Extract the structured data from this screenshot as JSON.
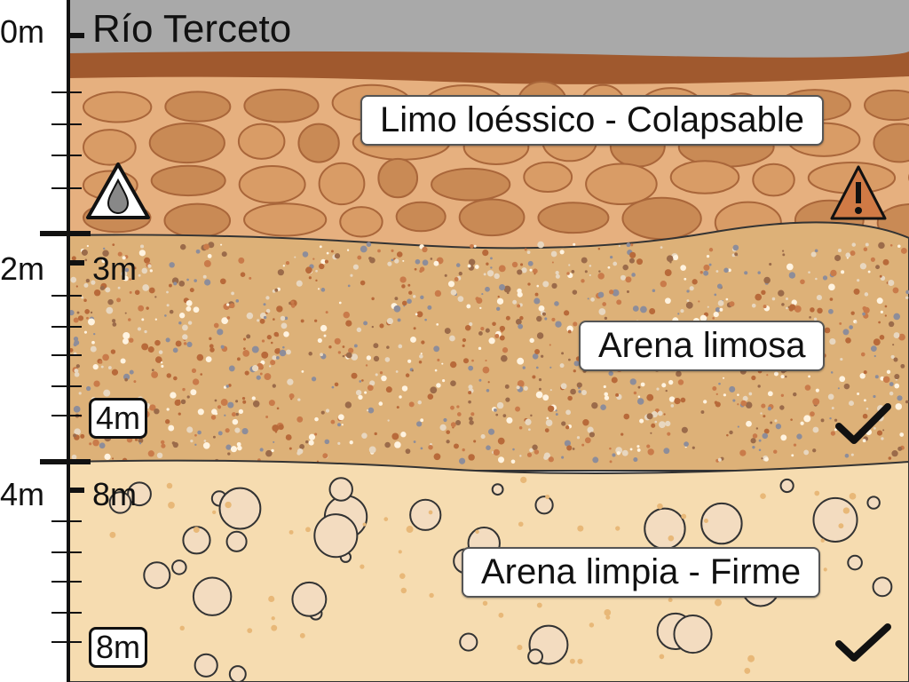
{
  "title": "Río Terceto",
  "axis": {
    "left_labels": [
      "0m",
      "2m",
      "4m"
    ],
    "inner_labels": [
      "3m",
      "8m"
    ],
    "boxed_labels": [
      "4m",
      "8m"
    ]
  },
  "layers": [
    {
      "name": "Limo loéssico - Colapsable",
      "status_icon": "warning-icon",
      "extra_icon": "water-drop-warning-icon"
    },
    {
      "name": "Arena limosa",
      "status_icon": "checkmark-icon"
    },
    {
      "name": "Arena limpia - Firme",
      "status_icon": "checkmark-icon"
    }
  ],
  "colors": {
    "sky": "#a9a9a9",
    "topsoil": "#a0592e",
    "loess": "#e6b07f",
    "loess_clod": "#c98a55",
    "silty_sand": "#ddb178",
    "clean_sand": "#f6dcb0"
  }
}
